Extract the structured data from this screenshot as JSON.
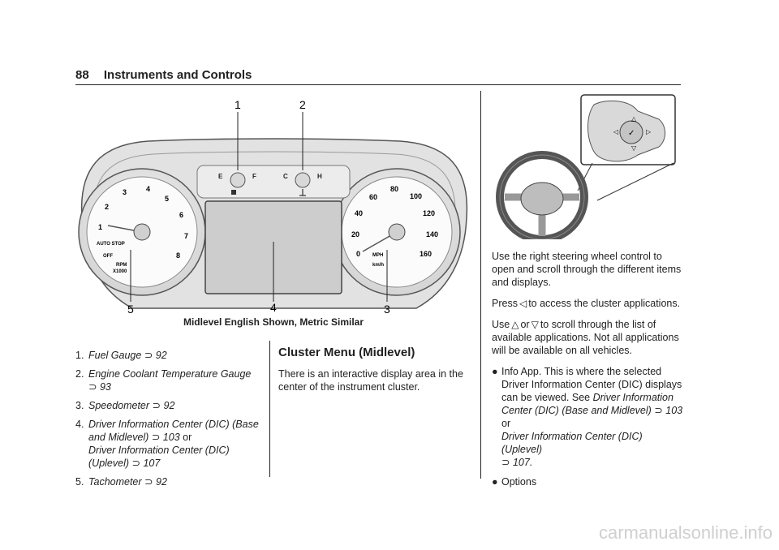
{
  "header": {
    "page_number": "88",
    "section": "Instruments and Controls"
  },
  "figure": {
    "caption": "Midlevel English Shown, Metric Similar",
    "callouts": [
      "1",
      "2",
      "3",
      "4",
      "5"
    ],
    "fuel": {
      "e": "E",
      "f": "F"
    },
    "temp": {
      "c": "C",
      "h": "H"
    },
    "tach": {
      "ticks": [
        "1",
        "2",
        "3",
        "4",
        "5",
        "6",
        "7",
        "8"
      ],
      "auto_stop": "AUTO STOP",
      "off": "OFF",
      "rpm": "RPM",
      "x1000": "X1000"
    },
    "speedo": {
      "ticks": [
        "0",
        "20",
        "40",
        "60",
        "80",
        "100",
        "120",
        "140",
        "160"
      ],
      "mph": "MPH",
      "kmh": "km/h"
    }
  },
  "legend": [
    {
      "n": "1.",
      "label": "Fuel Gauge",
      "ref": "92"
    },
    {
      "n": "2.",
      "label": "Engine Coolant Temperature Gauge",
      "ref": "93"
    },
    {
      "n": "3.",
      "label": "Speedometer",
      "ref": "92"
    },
    {
      "n": "4.",
      "label": "Driver Information Center (DIC) (Base and Midlevel)",
      "ref": "103",
      "or": "or",
      "label2": "Driver Information Center (DIC) (Uplevel)",
      "ref2": "107"
    },
    {
      "n": "5.",
      "label": "Tachometer",
      "ref": "92"
    }
  ],
  "cluster_menu": {
    "title": "Cluster Menu (Midlevel)",
    "body": "There is an interactive display area in the center of the instrument cluster."
  },
  "right_col": {
    "p1": "Use the right steering wheel control to open and scroll through the different items and displays.",
    "p2_a": "Press",
    "p2_b": "to access the cluster applications.",
    "p3_a": "Use",
    "p3_b": "or",
    "p3_c": "to scroll through the list of available applications. Not all applications will be available on all vehicles.",
    "bullet1_a": "Info App. This is where the selected Driver Information Center (DIC) displays can be viewed. See",
    "bullet1_l1": "Driver Information Center (DIC) (Base and Midlevel)",
    "bullet1_r1": "103",
    "bullet1_or": "or",
    "bullet1_l2": "Driver Information Center (DIC) (Uplevel)",
    "bullet1_r2": "107.",
    "bullet2": "Options"
  },
  "watermark": "carmanualsonline.info"
}
